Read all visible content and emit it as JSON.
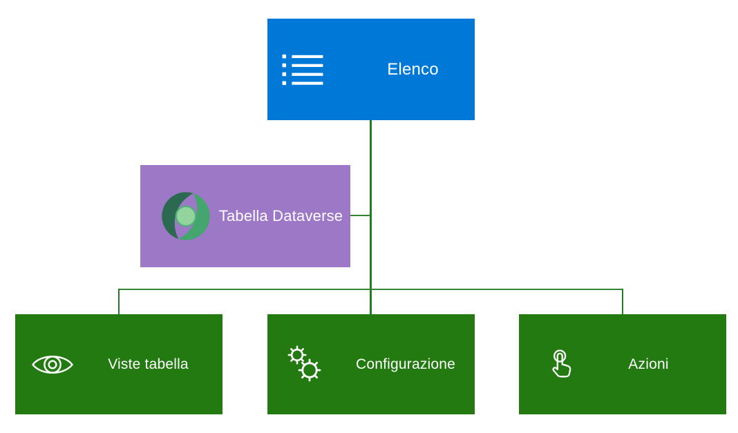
{
  "diagram": {
    "nodes": {
      "root": {
        "label": "Elenco",
        "color": "#0078D7",
        "icon": "list-icon",
        "text_color": "#FFFFFF"
      },
      "side": {
        "label": "Tabella Dataverse",
        "color": "#9C78C6",
        "icon": "dataverse-logo-icon",
        "text_color": "#FFFFFF"
      },
      "children": [
        {
          "label": "Viste tabella",
          "color": "#227A11",
          "icon": "eye-icon",
          "text_color": "#FFFFFF"
        },
        {
          "label": "Configurazione",
          "color": "#227A11",
          "icon": "gears-icon",
          "text_color": "#FFFFFF"
        },
        {
          "label": "Azioni",
          "color": "#227A11",
          "icon": "tap-icon",
          "text_color": "#FFFFFF"
        }
      ]
    },
    "connectors": {
      "main_color": "#1E7D1E",
      "branch_color": "#348534",
      "drop_color": "#257A25",
      "side_color": "#2F8430"
    },
    "logo_colors": {
      "dark_green": "#2B6A50",
      "medium_green": "#45A56E",
      "light_green": "#92D39E",
      "ring_green": "#53AF7C"
    }
  }
}
